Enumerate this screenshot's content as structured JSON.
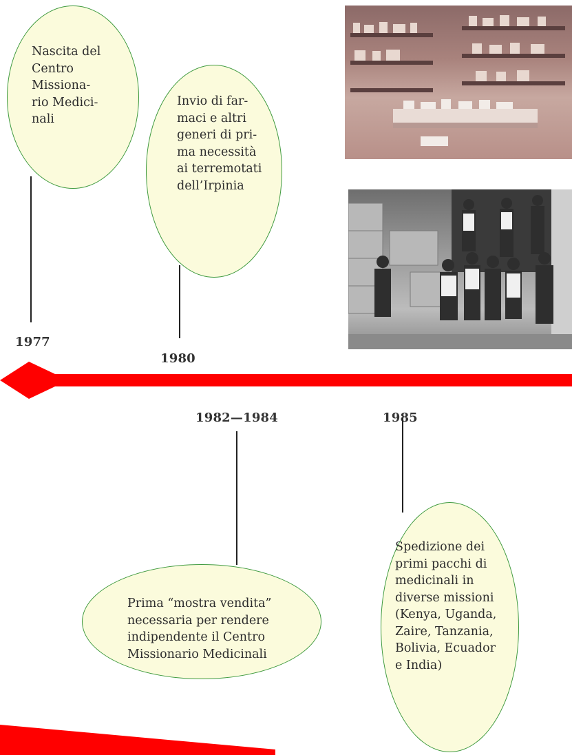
{
  "events": [
    {
      "year": "1977",
      "text": "Nascita del\nCentro\nMissiona-\nrio Medici-\nnali"
    },
    {
      "year": "1980",
      "text": "Invio di far-\nmaci e altri\ngeneri di pri-\nma necessità\nai terremotati\ndell’Irpinia"
    },
    {
      "year": "1982—1984",
      "text": "Prima “mostra vendita”\nnecessaria per rendere\nindipendente il Centro\nMissionario Medicinali"
    },
    {
      "year": "1985",
      "text": "Spedizione dei\nprimi pacchi di\nmedicinali in\ndiverse missioni\n(Kenya, Uganda,\nZaire, Tanzania,\nBolivia, Ecuador\ne India)"
    }
  ],
  "colors": {
    "timeline": "#ff0000",
    "oval_fill": "#fbfbdc",
    "oval_border": "#3f9a3f"
  }
}
